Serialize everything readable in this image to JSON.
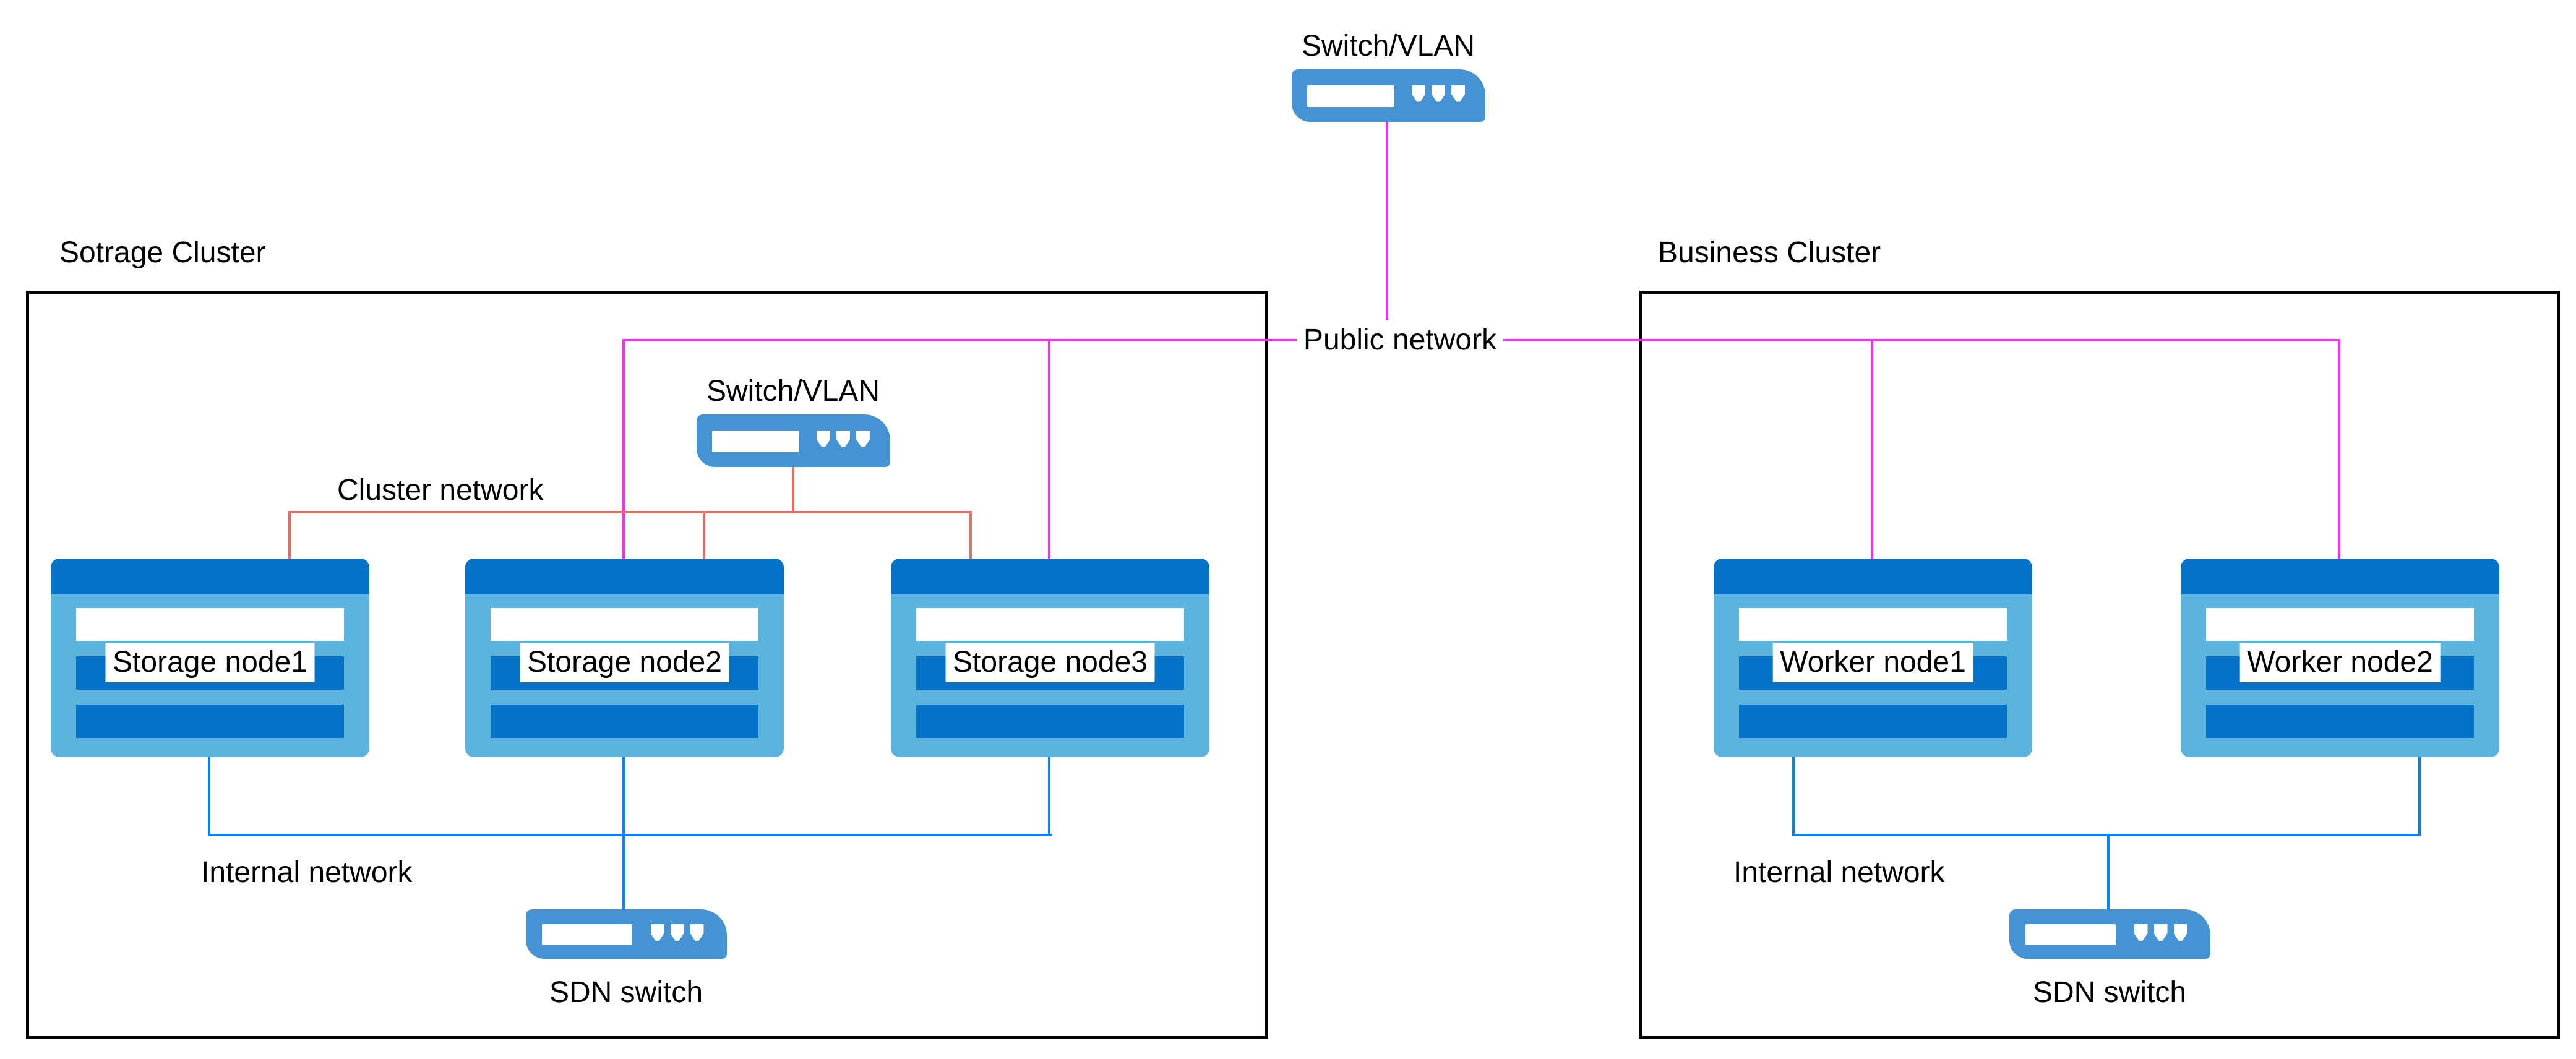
{
  "diagram": {
    "top_switch": {
      "label": "Switch/VLAN"
    },
    "public_network_label": "Public network",
    "storage_cluster": {
      "title": "Sotrage Cluster",
      "switch_label": "Switch/VLAN",
      "cluster_network_label": "Cluster network",
      "internal_network_label": "Internal network",
      "sdn_switch_label": "SDN switch",
      "nodes": [
        {
          "label": "Storage node1"
        },
        {
          "label": "Storage node2"
        },
        {
          "label": "Storage node3"
        }
      ]
    },
    "business_cluster": {
      "title": "Business Cluster",
      "internal_network_label": "Internal network",
      "sdn_switch_label": "SDN switch",
      "nodes": [
        {
          "label": "Worker node1"
        },
        {
          "label": "Worker node2"
        }
      ]
    },
    "icons": {
      "switch": "switch-vlan-icon",
      "sdn_switch": "sdn-switch-icon",
      "server_node": "rack-server-icon"
    },
    "colors": {
      "public_network_line": "#f72df4",
      "cluster_network_line": "#ea6b66",
      "internal_network_line": "#0680f8",
      "switch_icon_blue": "#4593d3",
      "node_body_light_blue": "#5cb3dd",
      "node_bar_dark_blue": "#0473c7",
      "box_border": "#000000",
      "background": "#ffffff"
    }
  }
}
